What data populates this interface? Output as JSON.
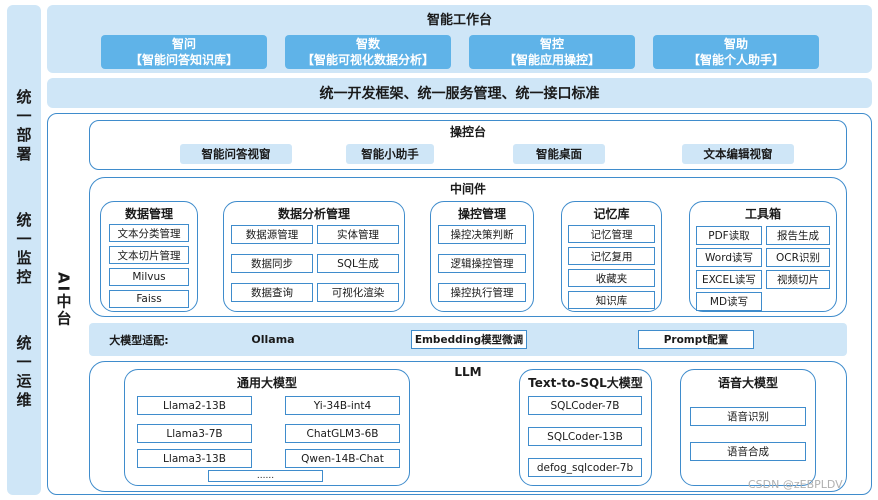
{
  "side_labels": [
    "统一部署",
    "统一监控",
    "统一运维"
  ],
  "workbench": {
    "title": "智能工作台",
    "items": [
      {
        "name": "智问",
        "desc": "【智能问答知识库】"
      },
      {
        "name": "智数",
        "desc": "【智能可视化数据分析】"
      },
      {
        "name": "智控",
        "desc": "【智能应用操控】"
      },
      {
        "name": "智助",
        "desc": "【智能个人助手】"
      }
    ]
  },
  "unify_bar": "统一开发框架、统一服务管理、统一接口标准",
  "ai_platform": {
    "label": "AI中台",
    "console": {
      "title": "操控台",
      "items": [
        "智能问答视窗",
        "智能小助手",
        "智能桌面",
        "文本编辑视窗"
      ]
    },
    "middleware": {
      "title": "中间件",
      "data_mgmt": {
        "title": "数据管理",
        "items": [
          "文本分类管理",
          "文本切片管理",
          "Milvus",
          "Faiss"
        ]
      },
      "data_analysis": {
        "title": "数据分析管理",
        "items": [
          "数据源管理",
          "实体管理",
          "数据同步",
          "SQL生成",
          "数据查询",
          "可视化渲染"
        ]
      },
      "control_mgmt": {
        "title": "操控管理",
        "items": [
          "操控决策判断",
          "逻辑操控管理",
          "操控执行管理"
        ]
      },
      "memory": {
        "title": "记忆库",
        "items": [
          "记忆管理",
          "记忆复用",
          "收藏夹",
          "知识库"
        ]
      },
      "toolbox": {
        "title": "工具箱",
        "items": [
          "PDF读取",
          "报告生成",
          "Word读写",
          "OCR识别",
          "EXCEL读写",
          "视频切片",
          "MD读写"
        ]
      }
    },
    "adapter": {
      "label": "大模型适配:",
      "items": [
        "Ollama",
        "Embedding模型微调",
        "Prompt配置"
      ]
    },
    "llm": {
      "title": "LLM",
      "general": {
        "title": "通用大模型",
        "items": [
          "Llama2-13B",
          "Yi-34B-int4",
          "Llama3-7B",
          "ChatGLM3-6B",
          "Llama3-13B",
          "Qwen-14B-Chat",
          "......"
        ]
      },
      "text2sql": {
        "title": "Text-to-SQL大模型",
        "items": [
          "SQLCoder-7B",
          "SQLCoder-13B",
          "defog_sqlcoder-7b"
        ]
      },
      "speech": {
        "title": "语音大模型",
        "items": [
          "语音识别",
          "语音合成"
        ]
      }
    }
  },
  "watermark": "CSDN @zEBPLDV"
}
